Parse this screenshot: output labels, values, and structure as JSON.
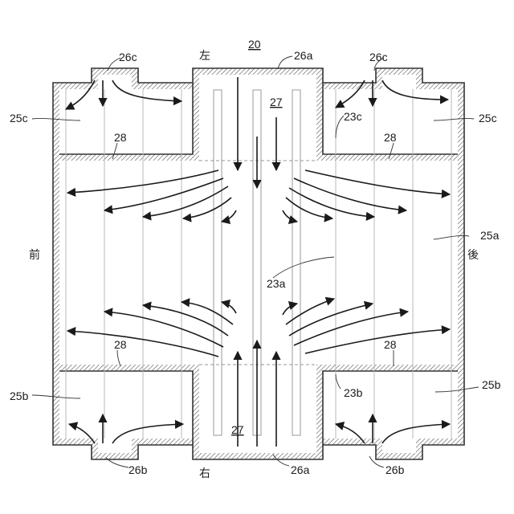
{
  "figure": {
    "ref_main": "20",
    "dir_left": "左",
    "dir_right": "右",
    "dir_front": "前",
    "dir_rear": "後",
    "labels": {
      "l26a_top": "26a",
      "l26a_bottom": "26a",
      "l26c_left": "26c",
      "l26c_right": "26c",
      "l26b_left": "26b",
      "l26b_right": "26b",
      "l27_top": "27",
      "l27_bottom": "27",
      "l25c_left": "25c",
      "l25c_right": "25c",
      "l25a": "25a",
      "l25b_left": "25b",
      "l25b_right": "25b",
      "l23c": "23c",
      "l23a": "23a",
      "l23b": "23b",
      "l28_tl": "28",
      "l28_tr": "28",
      "l28_bl": "28",
      "l28_br": "28"
    }
  }
}
